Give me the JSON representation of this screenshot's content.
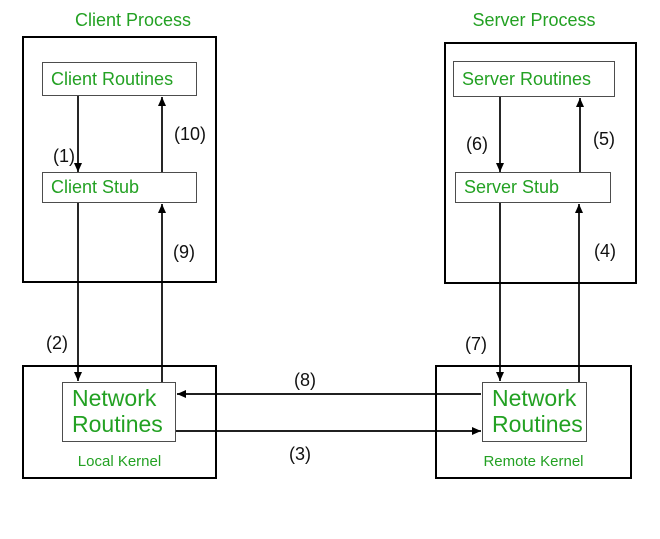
{
  "colors": {
    "green": "#23a123",
    "line": "#000000"
  },
  "client_process": {
    "title": "Client Process",
    "routines_label": "Client Routines",
    "stub_label": "Client Stub"
  },
  "server_process": {
    "title": "Server Process",
    "routines_label": "Server Routines",
    "stub_label": "Server Stub"
  },
  "local_kernel": {
    "label": "Local Kernel",
    "network_line1": "Network",
    "network_line2": "Routines"
  },
  "remote_kernel": {
    "label": "Remote Kernel",
    "network_line1": "Network",
    "network_line2": "Routines"
  },
  "steps": {
    "step1": "(1)",
    "step2": "(2)",
    "step3": "(3)",
    "step4": "(4)",
    "step5": "(5)",
    "step6": "(6)",
    "step7": "(7)",
    "step8": "(8)",
    "step9": "(9)",
    "step10": "(10)"
  }
}
